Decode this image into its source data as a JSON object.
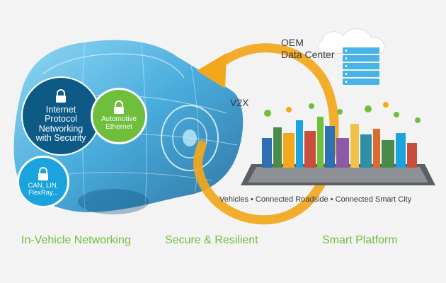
{
  "diagram": {
    "oem": {
      "line1": "OEM",
      "line2": "Data Center"
    },
    "v2x": "V2X",
    "bubbles": {
      "internet": "Internet\nProtocol\nNetworking\nwith Security",
      "automotive": "Automotive\nEthernet",
      "can": "CAN, LIN,\nFlexRay..."
    },
    "platform_caption": "Vehicles • Connected Roadside • Connected Smart City",
    "bottom_labels": [
      "In-Vehicle Networking",
      "Secure & Resilient",
      "Smart Platform"
    ],
    "colors": {
      "blue": "#1aa3dc",
      "navy": "#0d5a86",
      "green": "#6fbe3c",
      "orange": "#f2a71c",
      "server": "#48b3e6"
    }
  }
}
